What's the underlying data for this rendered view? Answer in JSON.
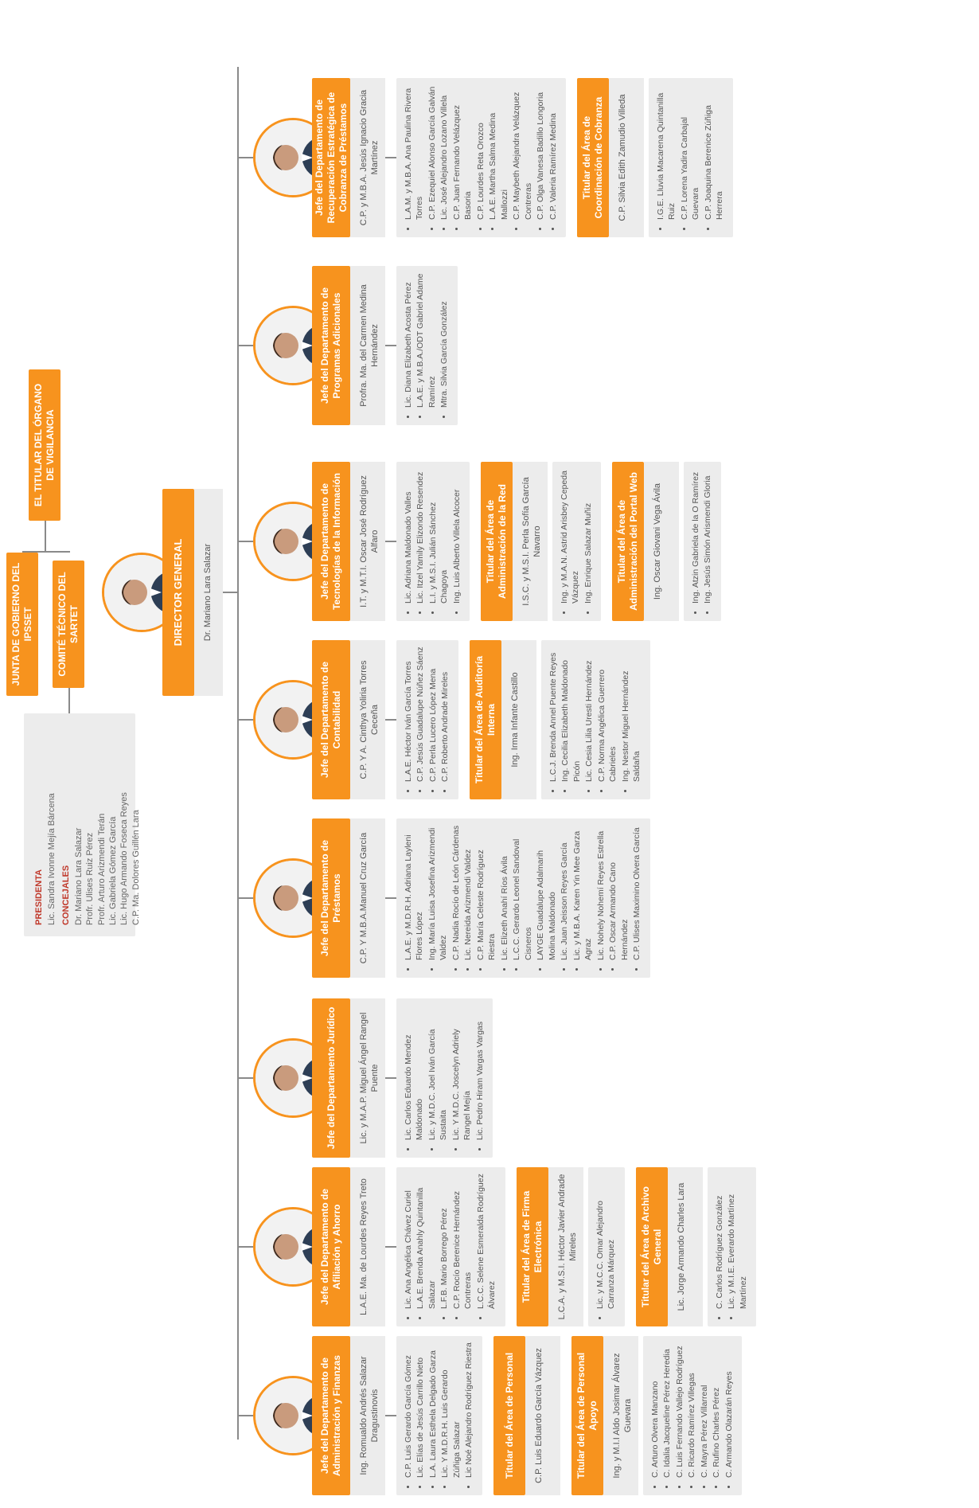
{
  "governance": {
    "junta": "JUNTA DE GOBIERNO DEL IPSSET",
    "comite": "COMITÉ TÉCNICO DEL SARTET",
    "organo": "EL TITULAR DEL ÓRGANO DE VIGILANCIA",
    "presidenta_heading": "PRESIDENTA",
    "presidenta": "Lic. Sandra Ivonne Mejía Bárcena",
    "concejales_heading": "CONCEJALES",
    "concejales": [
      "Dr. Mariano Lara Salazar",
      "Profr. Ulises Ruiz Pérez",
      "Profr. Arturo Arizmendi Terán",
      "Lic. Gabriela Gómez García",
      "Lic. Hugo Armando Foseca Reyes",
      "C.P. Ma. Dolores Guillén Lara"
    ]
  },
  "director": {
    "title": "DIRECTOR GENERAL",
    "name": "Dr. Mariano Lara Salazar"
  },
  "departments": [
    {
      "title": "Jefe del Departamento de Administración y Finanzas",
      "head": "Ing. Romualdo Andrés Salazar Dragustinovis",
      "staff": [
        "C.P. Luis Gerardo García Gómez",
        "Lic. Elías de Jesús Carrillo Nieto",
        "L.A. Laura Esthela Delgado Garza",
        "Lic. Y M.D.R.H. Luis Gerardo Zúñiga Salazar",
        "Lic Noé Alejandro Rodríguez Riestra"
      ],
      "areas": [
        {
          "title": "Titular del Área de Personal",
          "head": "C.P. Luis Eduardo García Vázquez",
          "staff": []
        },
        {
          "title": "Titular del Área de Personal Apoyo",
          "head": "Ing. y M.I.I Aldo Josimar Álvarez Guevara",
          "staff": [
            "C. Arturo Olvera Manzano",
            "C. Idalia Jacqueline Pérez Heredia",
            "C. Luis Fernando Vallejo Rodríguez",
            "C. Ricardo Ramírez Villegas",
            "C. Mayra Pérez Villarreal",
            "C. Rufino Charles Pérez",
            "C. Armando Olazarán Reyes"
          ]
        }
      ]
    },
    {
      "title": "Jefe del Departamento de Afiliación y Ahorro",
      "head": "L.A.E. Ma. de Lourdes Reyes Treto",
      "staff": [
        "Lic. Ana Angélica Chávez Curiel",
        "L.A.E. Brenda Anahly Quintanilla Salazar",
        "L.F.B. Mario Borrego Pérez",
        "C.P. Rocío Berenice Hernández Contreras",
        "L.C.C. Selene Esmeralda Rodríguez Álvarez"
      ],
      "areas": [
        {
          "title": "Titular del Área de Firma Electrónica",
          "head": "L.C.A. y M.S.I. Héctor Javier Andrade Mireles",
          "staff": [
            "Lic. y M.C.C. Omar Alejandro Carranza Márquez"
          ]
        },
        {
          "title": "Titular del Área de Archivo General",
          "head": "Lic. Jorge Armando Charles Lara",
          "staff": [
            "C. Carlos Rodríguez González",
            "Lic. y M.I.E. Everardo Martínez Martínez"
          ]
        }
      ]
    },
    {
      "title": "Jefe del Departamento Jurídico",
      "head": "Lic. y M.A.P. Miguel Ángel Rangel Puente",
      "staff": [
        "Lic. Carlos Eduardo Mendez Maldonado",
        "Lic. y M.D.C. Joel Iván García Sustaita",
        "Lic. Y M.D.C. Joscelyn Adriely Rangel Mejía",
        "Lic. Pedro Hiram Vargas Vargas"
      ],
      "areas": []
    },
    {
      "title": "Jefe del Departamento de Préstamos",
      "head": "C.P. Y M.B.A.Manuel Cruz García",
      "staff": [
        "L.A.E. y M.D.R.H. Adriana Layleni Flores López",
        "Ing. María Luisa Josefina Arizmendi Valdez",
        "C.P. Nadia Rocío de León Cárdenas",
        "Lic. Nereida Arizmendi Valdez",
        "C.P. María Celeste Rodríguez Riestra",
        "Lic. Elizeth Anahí Ríos Ávila",
        "L.C.C. Gerardo Leonel Sandoval Cisneros",
        "LAYGE Guadalupe Adalmarih Molina Maldonado",
        "Lic. Juan Jeisson Reyes García",
        "Lic. y M.B.A. Karen Yin Mee Garza Agraz",
        "Lic. Nohely Nohemí Reyes Estrella",
        "C.P. Oscar Armando Cano Hernández",
        "C.P. Ulises Maximino Olvera García"
      ],
      "areas": []
    },
    {
      "title": "Jefe del Departamento de Contabilidad",
      "head": "C.P. Y A. Cinthya Yoliria Torres Ceceña",
      "staff": [
        "L.A.E. Héctor Iván García Torres",
        "C.P. Jesús Guadalupe Núñez Sáenz",
        "C.P. Perla Lucero López Mena",
        "C.P. Roberto Andrade Mireles"
      ],
      "areas": [
        {
          "title": "Titular del Área de Auditoría Interna",
          "head": "Ing. Irma Infante Castillo",
          "staff": [
            "L.C.J. Brenda Annel Puente Reyes",
            "Ing. Cecilia Elizabeth Maldonado Picón",
            "Lic. Cesia Lilia Uresti Hernández",
            "C.P. Norma Angélica Guerrero Cabrieles",
            "Ing. Nestor Miguel Hernández Saldaña"
          ]
        }
      ]
    },
    {
      "title": "Jefe del Departamento de Tecnologías de la Información",
      "head": "I.T. y M.T.I. Oscar José Rodríguez Alfaro",
      "staff": [
        "Lic. Adriana Maldonado Valles",
        "Lic. Itzel Yamily Elizondo Resendez",
        "L.I. y M.S.I. Julián Sánchez Chagoya",
        "Ing. Luis Alberto Villela Alcocer"
      ],
      "areas": [
        {
          "title": "Titular del Área de Administración de la Red",
          "head": "I.S.C. y M.S.I. Perla Sofía García Navarro",
          "staff": [
            "Ing. y M.A.N. Astrid Arisbey Cepeda Vázquez",
            "Ing. Enrique Salazar Muñiz"
          ]
        },
        {
          "title": "Titular del Área de Administración del Portal Web",
          "head": "Ing. Oscar Giovani Vega Ávila",
          "staff": [
            "Ing. Atzin Gabriela de la O Ramírez",
            "Ing. Jesús Simón Arismendi Gloria"
          ]
        }
      ]
    },
    {
      "title": "Jefe del Departamento de Programas Adicionales",
      "head": "Profra. Ma. del Carmen Medina Hernández",
      "staff": [
        "Lic. Diana Elizabeth Acosta Pérez",
        "L.A.E. y M.B.A./ODT Gabriel Adame Ramírez",
        "Mtra. Silvia García González"
      ],
      "areas": []
    },
    {
      "title": "Jefe del Departamento de Recuperación Estratégica de Cobranza de Préstamos",
      "head": "C.P. y M.B.A. Jesús Ignacio Gracia Martínez",
      "staff": [
        "L.A.M. y M.B.A. Ana Paulina Rivera Torres",
        "C.P. Ezequiel Alonso García Galván",
        "Lic. José Alejandro Lozano Villela",
        "C.P. Juan Fernando Velázquez Basoria",
        "C.P. Lourdes Reta Orozco",
        "L.A.E. Martha Salma Medina Mallozzi",
        "C.P. Maybeth Alejandra Velázquez Contreras",
        "C.P. Olga Vanesa Badillo Longoria",
        "C.P. Valeria Ramírez Medina"
      ],
      "areas": [
        {
          "title": "Titular del Área de Coordinación de Cobranza",
          "head": "C.P. Silvia Edith Zamudio Villeda",
          "staff": [
            "I.G.E. Lluvia Macarena Quintanilla Ruiz",
            "C.P. Lorena Yadira Carbajal Guevara",
            "C.P. Joaquina Berenice Zúñiga Herrera"
          ]
        }
      ]
    }
  ]
}
